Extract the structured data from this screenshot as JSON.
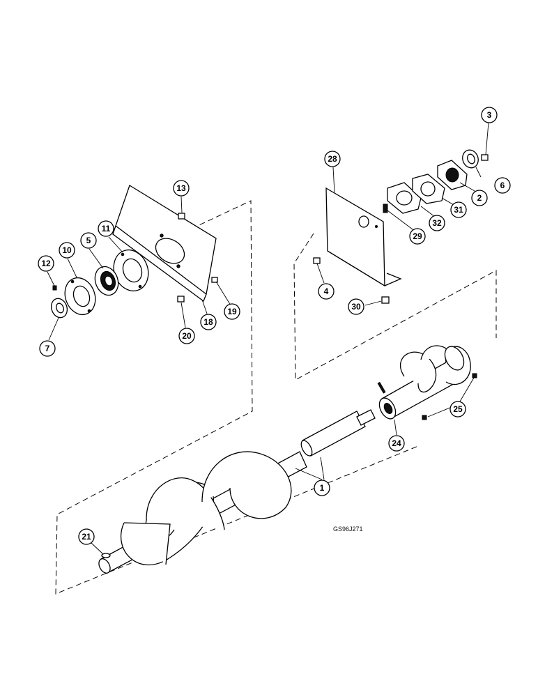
{
  "drawing_code": "GS96J271",
  "callouts": [
    {
      "id": "c1",
      "label": "1"
    },
    {
      "id": "c2",
      "label": "2"
    },
    {
      "id": "c3",
      "label": "3"
    },
    {
      "id": "c4",
      "label": "4"
    },
    {
      "id": "c5",
      "label": "5"
    },
    {
      "id": "c6",
      "label": "6"
    },
    {
      "id": "c7",
      "label": "7"
    },
    {
      "id": "c10",
      "label": "10"
    },
    {
      "id": "c11",
      "label": "11"
    },
    {
      "id": "c12",
      "label": "12"
    },
    {
      "id": "c13",
      "label": "13"
    },
    {
      "id": "c18",
      "label": "18"
    },
    {
      "id": "c19",
      "label": "19"
    },
    {
      "id": "c20",
      "label": "20"
    },
    {
      "id": "c21",
      "label": "21"
    },
    {
      "id": "c24",
      "label": "24"
    },
    {
      "id": "c25",
      "label": "25"
    },
    {
      "id": "c28",
      "label": "28"
    },
    {
      "id": "c29",
      "label": "29"
    },
    {
      "id": "c30",
      "label": "30"
    },
    {
      "id": "c31",
      "label": "31"
    },
    {
      "id": "c32",
      "label": "32"
    }
  ]
}
